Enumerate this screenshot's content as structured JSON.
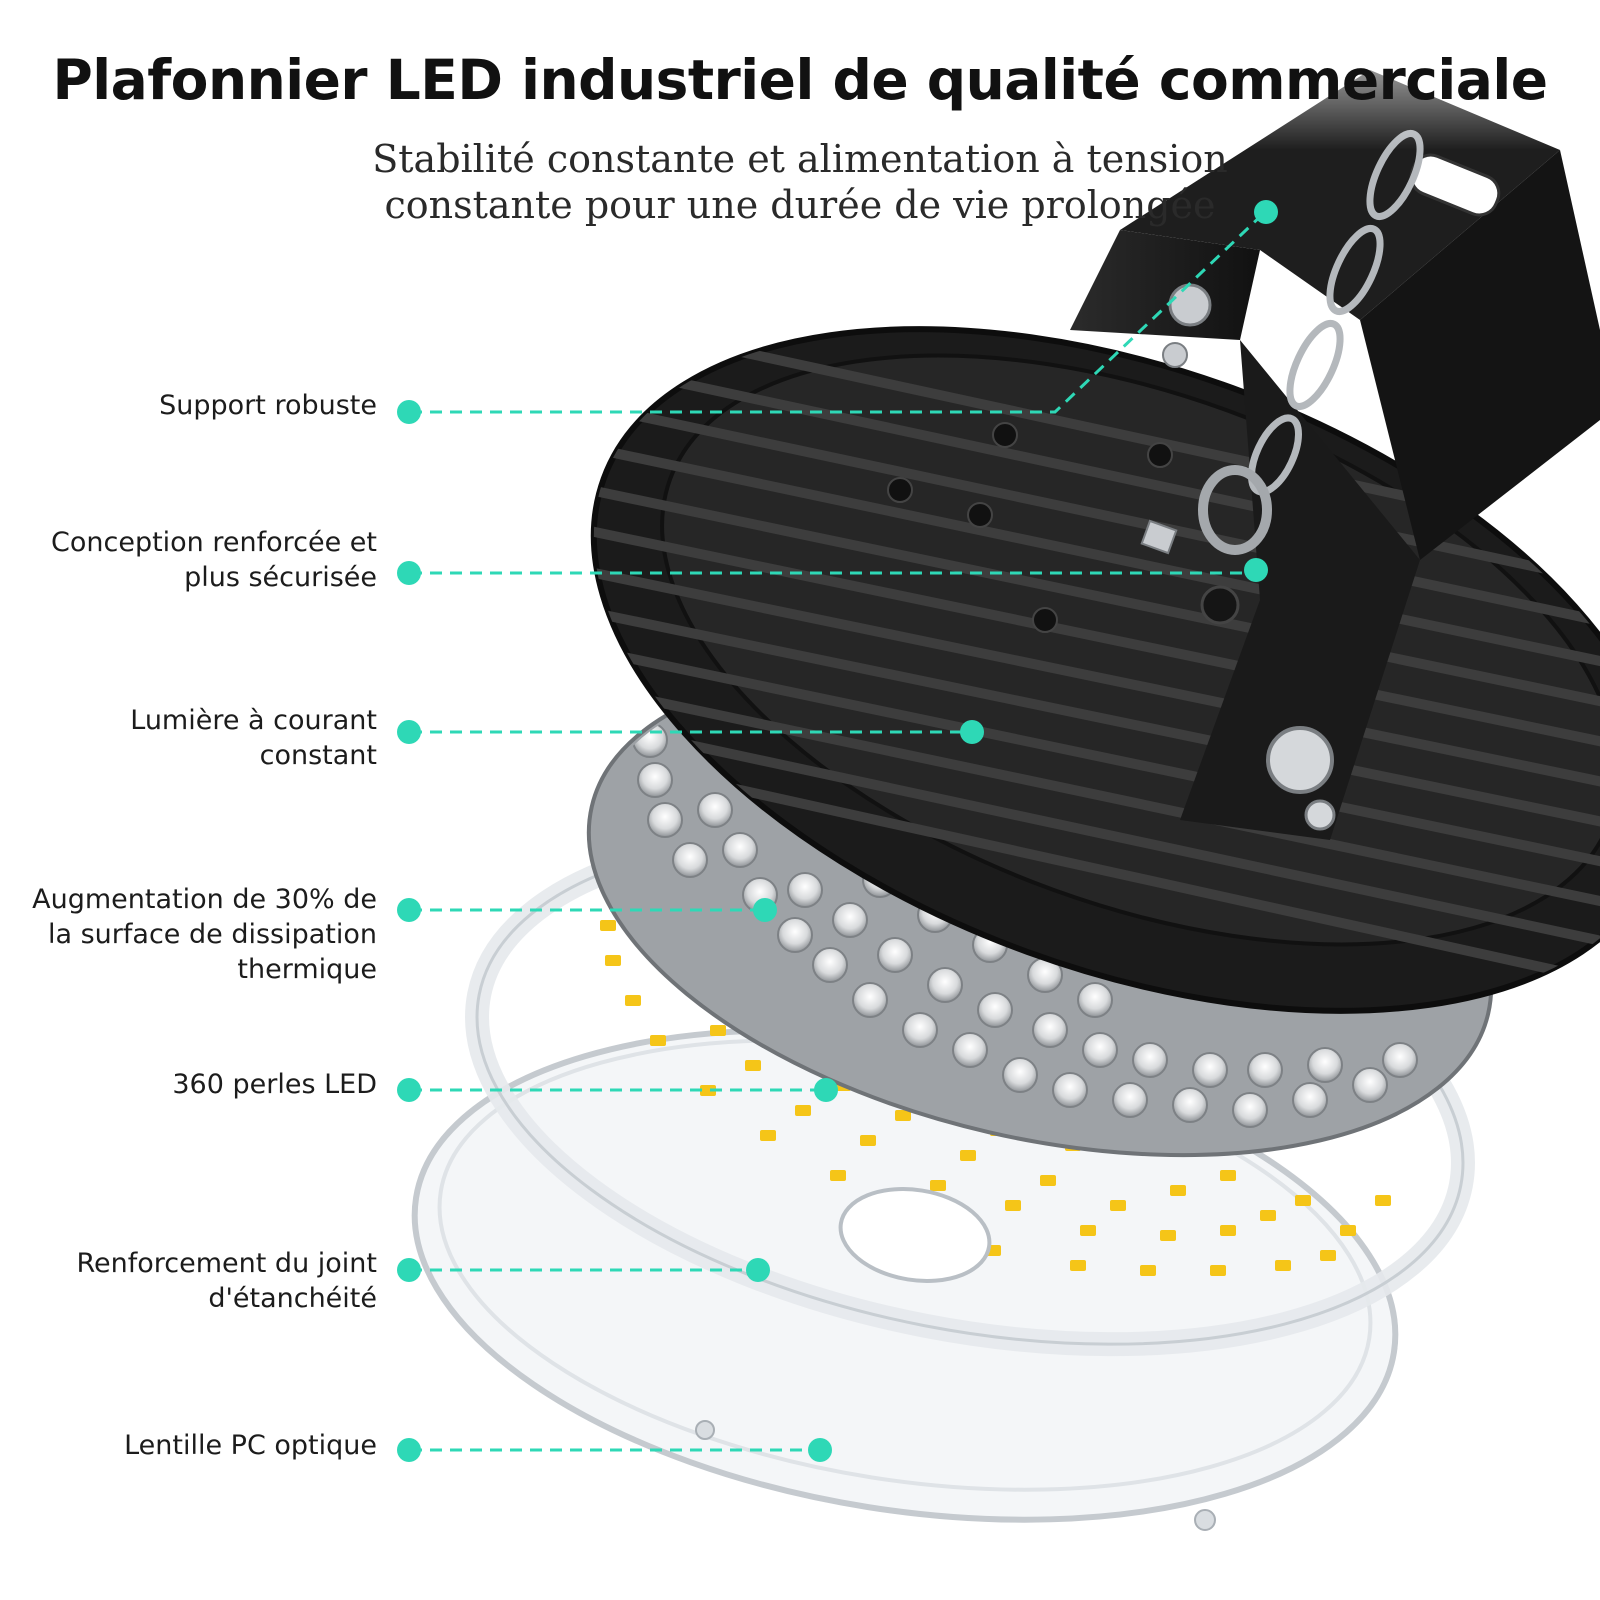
{
  "header": {
    "title": "Plafonnier LED industriel de qualité commerciale",
    "subtitle_line1": "Stabilité constante et alimentation à tension",
    "subtitle_line2": "constante pour une durée de vie prolongée"
  },
  "features": [
    {
      "line1": "Support robuste",
      "line2": "",
      "line3": ""
    },
    {
      "line1": "Conception renforcée et",
      "line2": "plus sécurisée",
      "line3": ""
    },
    {
      "line1": "Lumière à courant",
      "line2": "constant",
      "line3": ""
    },
    {
      "line1": "Augmentation de 30% de",
      "line2": "la surface de dissipation",
      "line3": "thermique"
    },
    {
      "line1": "360 perles LED",
      "line2": "",
      "line3": ""
    },
    {
      "line1": "Renforcement du joint",
      "line2": "d'étanchéité",
      "line3": ""
    },
    {
      "line1": "Lentille PC optique",
      "line2": "",
      "line3": ""
    }
  ],
  "colors": {
    "accent": "#2ed8b6",
    "housing": "#1e1e1e",
    "led": "#f5c518"
  }
}
